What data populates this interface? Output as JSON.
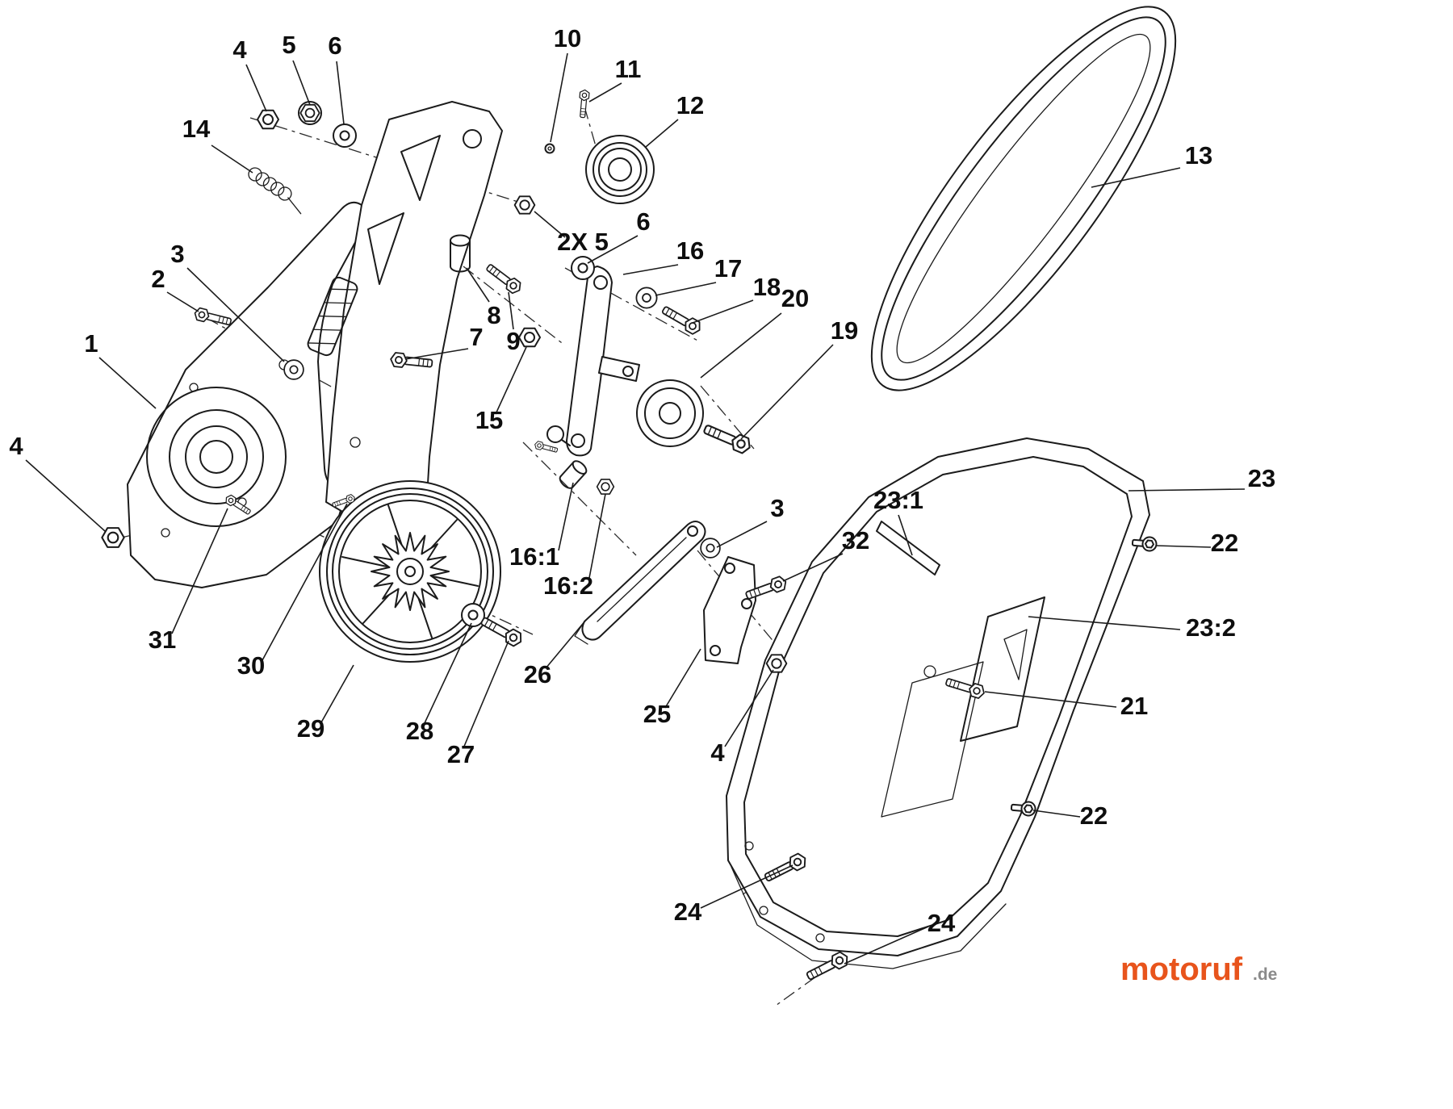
{
  "figure": {
    "kind": "exploded-parts-diagram",
    "subject": "belt-drive-assembly"
  },
  "colors": {
    "line": "#1b1b1b",
    "background": "#ffffff",
    "brand": "#e8541c",
    "tld_gray": "#8a8a8a"
  },
  "watermark": {
    "brand": "motoruf",
    "tld": ".de"
  },
  "callouts": [
    {
      "label": "4"
    },
    {
      "label": "5"
    },
    {
      "label": "6"
    },
    {
      "label": "14"
    },
    {
      "label": "10"
    },
    {
      "label": "11"
    },
    {
      "label": "12"
    },
    {
      "label": "13"
    },
    {
      "label": "2X 5"
    },
    {
      "label": "6"
    },
    {
      "label": "16"
    },
    {
      "label": "17"
    },
    {
      "label": "18"
    },
    {
      "label": "20"
    },
    {
      "label": "19"
    },
    {
      "label": "3"
    },
    {
      "label": "2"
    },
    {
      "label": "8"
    },
    {
      "label": "9"
    },
    {
      "label": "7"
    },
    {
      "label": "15"
    },
    {
      "label": "1"
    },
    {
      "label": "4"
    },
    {
      "label": "31"
    },
    {
      "label": "30"
    },
    {
      "label": "29"
    },
    {
      "label": "28"
    },
    {
      "label": "27"
    },
    {
      "label": "16:1"
    },
    {
      "label": "16:2"
    },
    {
      "label": "26"
    },
    {
      "label": "25"
    },
    {
      "label": "3"
    },
    {
      "label": "32"
    },
    {
      "label": "4"
    },
    {
      "label": "23:1"
    },
    {
      "label": "23"
    },
    {
      "label": "22"
    },
    {
      "label": "23:2"
    },
    {
      "label": "21"
    },
    {
      "label": "22"
    },
    {
      "label": "24"
    },
    {
      "label": "24"
    }
  ]
}
